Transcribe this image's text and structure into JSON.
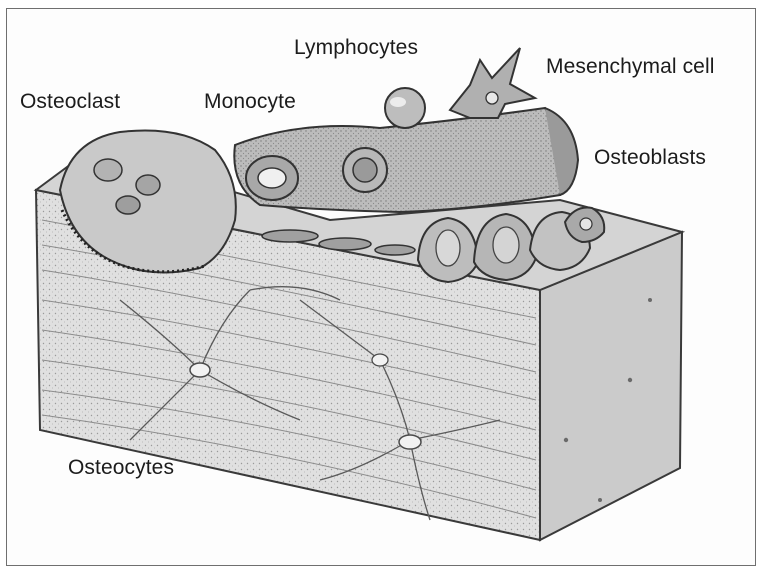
{
  "labels": {
    "lymphocytes": "Lymphocytes",
    "mesenchymal_cell": "Mesenchymal cell",
    "osteoclast": "Osteoclast",
    "monocyte": "Monocyte",
    "osteoblasts": "Osteoblasts",
    "osteocytes": "Osteocytes"
  },
  "colors": {
    "ink": "#3a3a3a",
    "bone_top": "#cfcfcf",
    "bone_front": "#e2e2e2",
    "bone_side": "#c6c6c6",
    "cell_fill": "#bdbdbd",
    "vessel_fill": "#a9a9a9"
  }
}
